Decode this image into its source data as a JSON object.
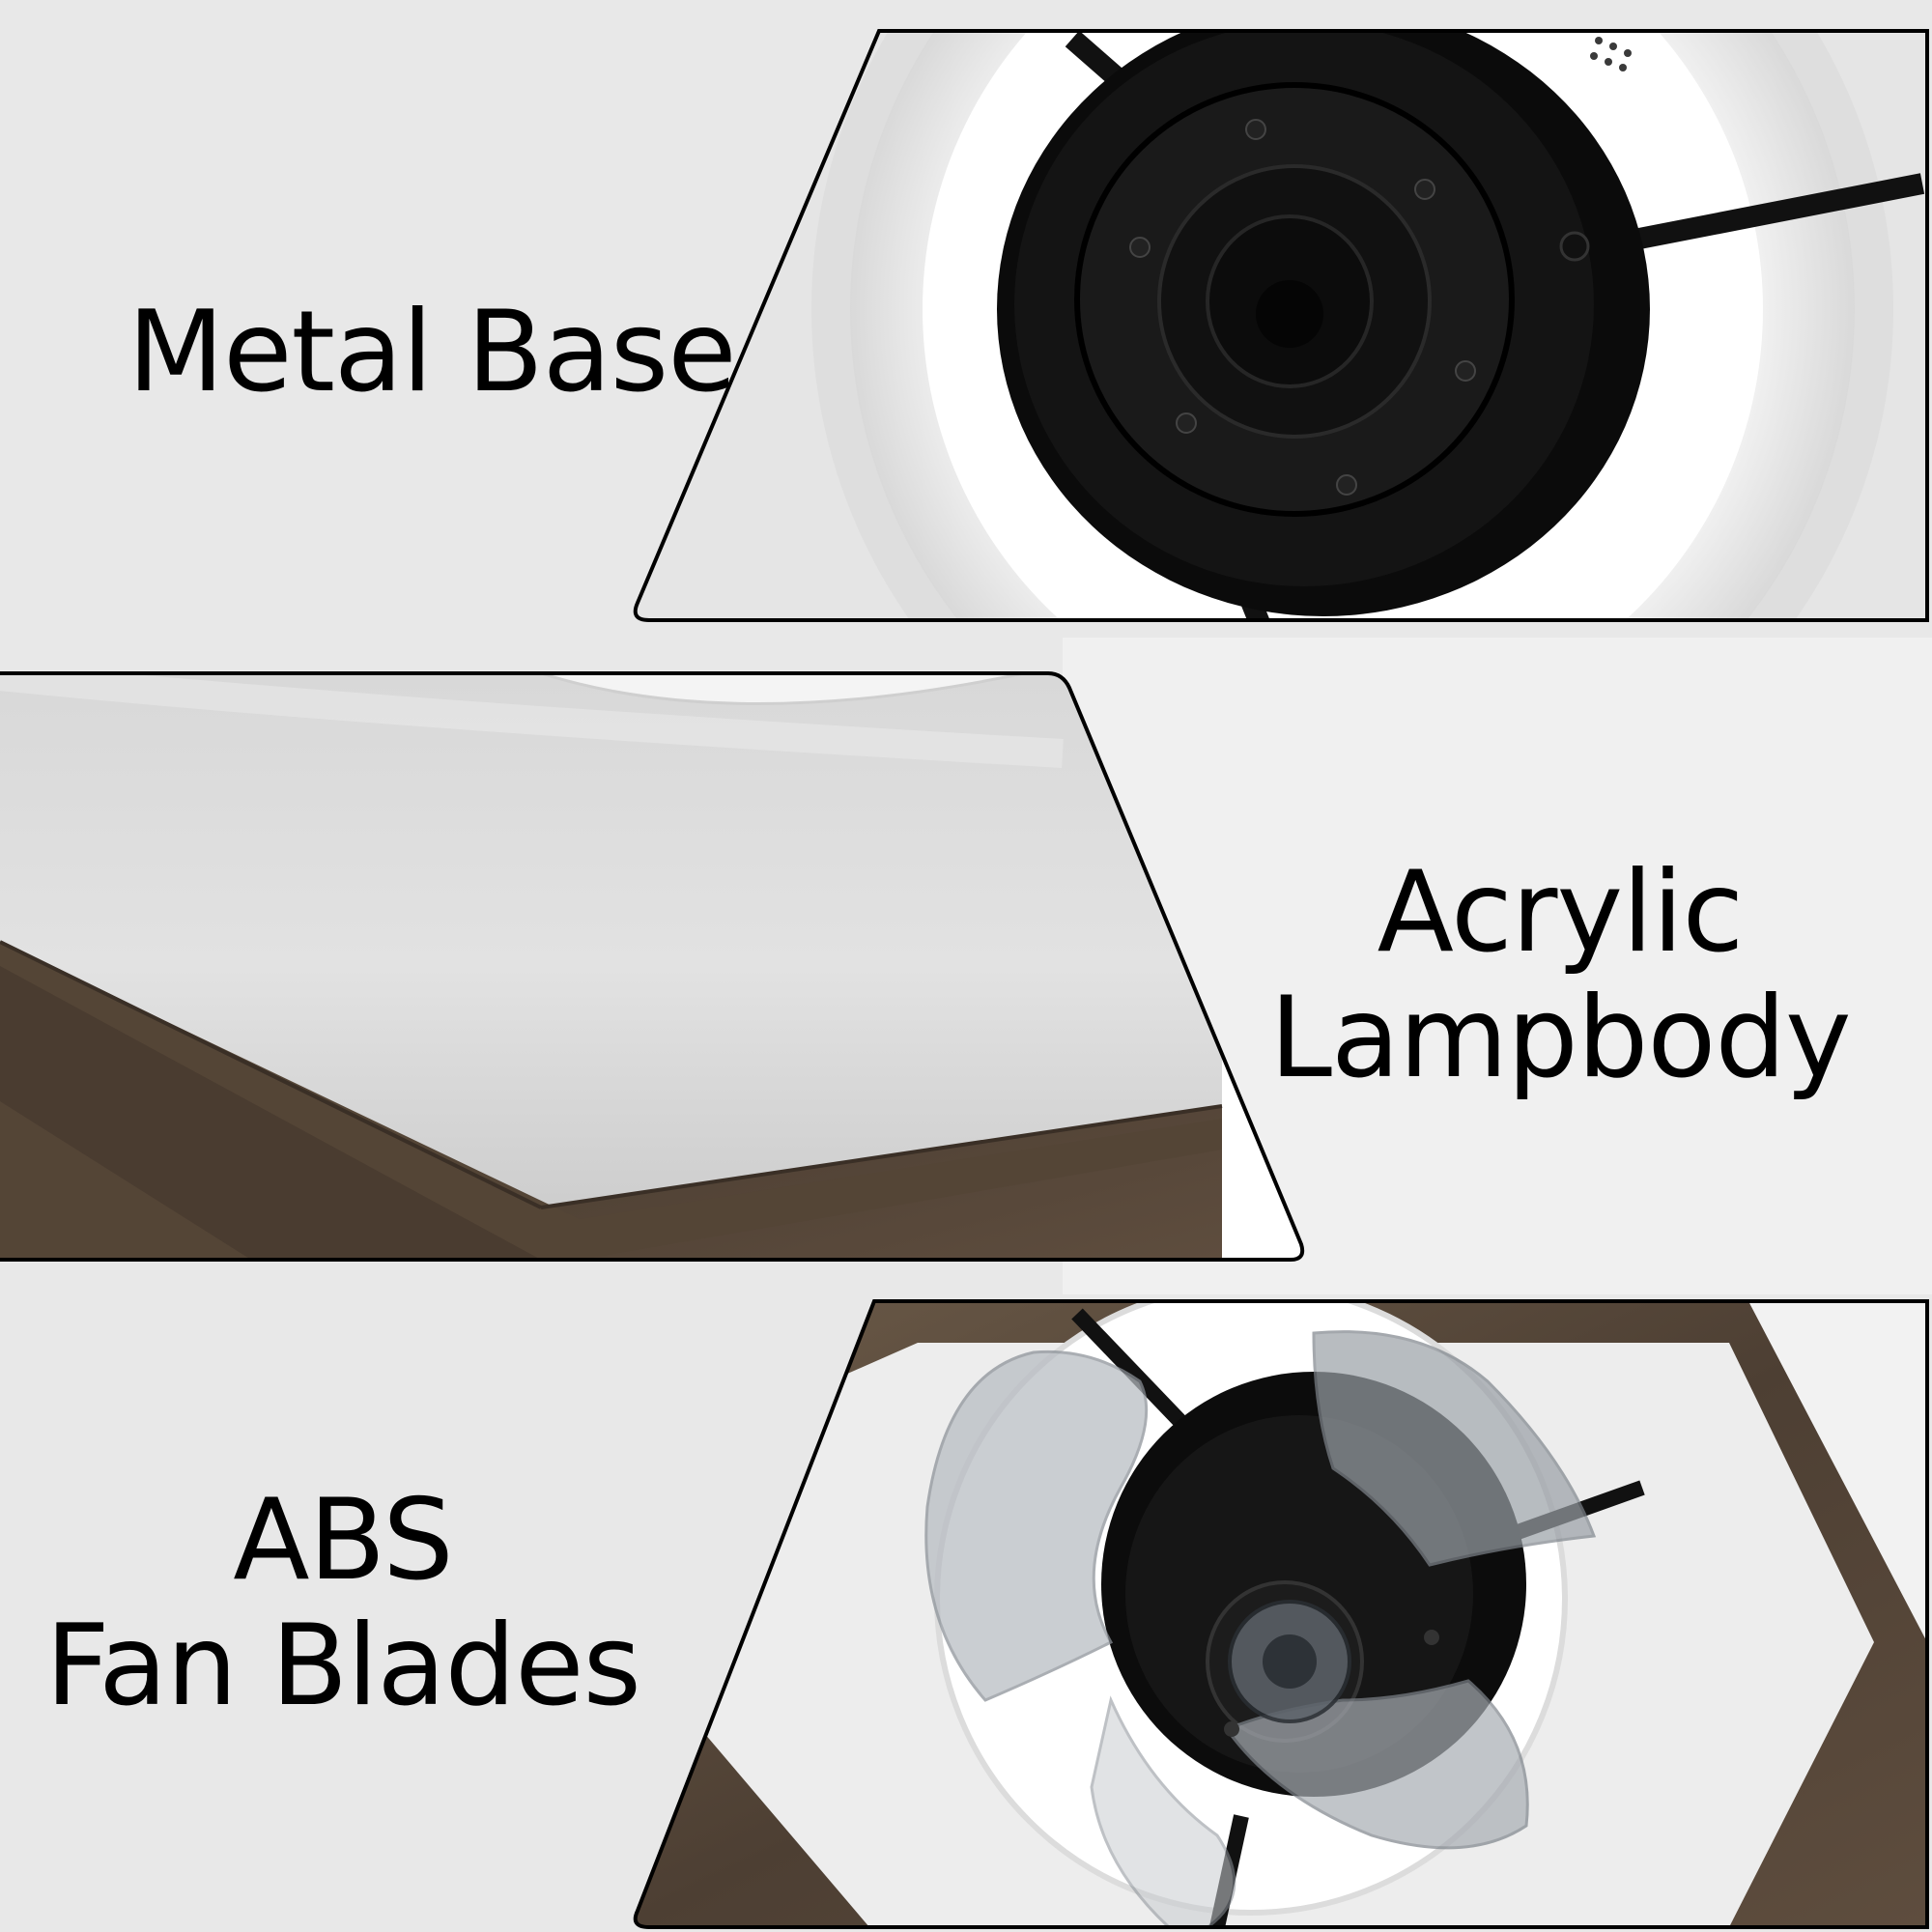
{
  "panels": [
    {
      "id": "metal-base",
      "lines": [
        "Metal Base"
      ]
    },
    {
      "id": "acrylic-lampbody",
      "lines": [
        "Acrylic",
        "Lampbody"
      ]
    },
    {
      "id": "abs-fan-blades",
      "lines": [
        "ABS",
        "Fan Blades"
      ]
    }
  ],
  "colors": {
    "background": "#e6e6e6",
    "metal": "#0d0d0d",
    "acrylic": "#f2f2f2",
    "wood": "#5a4a3c",
    "blade": "#9aa0a6"
  }
}
